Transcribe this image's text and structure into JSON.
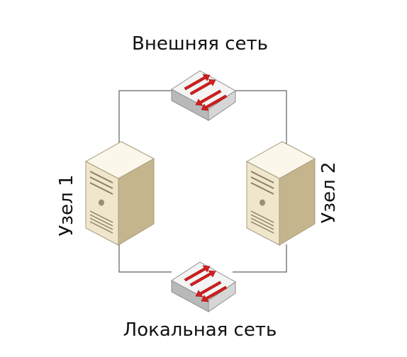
{
  "diagram": {
    "networks": {
      "external": {
        "label": "Внешняя сеть"
      },
      "local": {
        "label": "Локальная сеть"
      }
    },
    "nodes": [
      {
        "label": "Узел 1"
      },
      {
        "label": "Узел 2"
      }
    ],
    "colors": {
      "link": "#606060",
      "switch_top": "#f4f4f4",
      "switch_side": "#b9b9b9",
      "switch_front": "#d6d6d6",
      "arrow": "#d21e1e",
      "server_front": "#efe6cc",
      "server_side": "#c4b58c",
      "server_top": "#fbf7ea",
      "server_detail": "#8c8066"
    }
  }
}
